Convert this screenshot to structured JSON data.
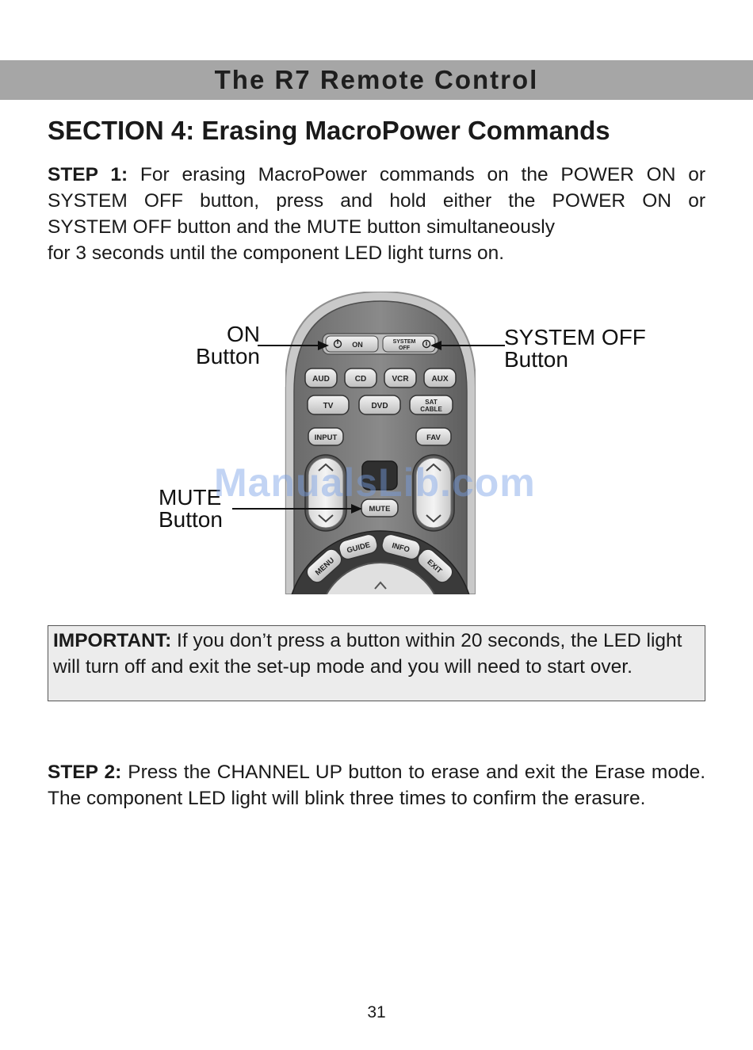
{
  "header": {
    "title": "The R7 Remote Control"
  },
  "section": {
    "title": "SECTION 4: Erasing MacroPower Commands"
  },
  "step1": {
    "label": "STEP 1:",
    "line1": " For erasing MacroPower commands on the POWER ON or",
    "line2": "SYSTEM OFF button, press and hold either the POWER ON or",
    "line3": "SYSTEM OFF button and the MUTE button simultaneously",
    "line4": "for 3 seconds until the component LED light turns on."
  },
  "figure": {
    "callouts": {
      "on_line1": "ON",
      "on_line2": "Button",
      "system_off_line1": "SYSTEM OFF",
      "system_off_line2": "Button",
      "mute_line1": "MUTE",
      "mute_line2": "Button"
    },
    "remote_buttons": {
      "on": "ON",
      "system_off_line1": "SYSTEM",
      "system_off_line2": "OFF",
      "aud": "AUD",
      "cd": "CD",
      "vcr": "VCR",
      "aux": "AUX",
      "tv": "TV",
      "dvd": "DVD",
      "sat_cable_line1": "SAT",
      "sat_cable_line2": "CABLE",
      "input": "INPUT",
      "fav": "FAV",
      "mute": "MUTE",
      "guide": "GUIDE",
      "info": "INFO",
      "menu": "MENU",
      "exit": "EXIT"
    }
  },
  "important": {
    "label": "IMPORTANT:",
    "text": " If you don’t press a button within 20 seconds, the LED light will turn off and exit the set-up mode and you will need to start over."
  },
  "step2": {
    "label": "STEP 2:",
    "text": " Press the CHANNEL UP button to erase and exit the Erase mode. The component LED light will blink three times to confirm the erasure."
  },
  "page_number": "31",
  "watermark": "ManualsLib.com"
}
